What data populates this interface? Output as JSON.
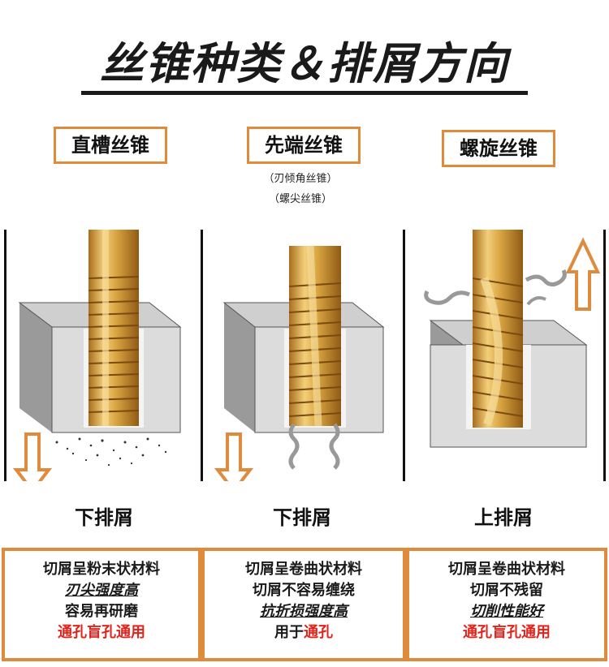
{
  "title": "丝锥种类＆排屑方向",
  "types": [
    {
      "name": "直槽丝锥",
      "subs": [],
      "direction": "下排屑",
      "lines": [
        {
          "text": "切屑呈粉末状材料",
          "style": "plain"
        },
        {
          "text": "刃尖强度高",
          "style": "italic"
        },
        {
          "text": "容易再研磨",
          "style": "plain"
        },
        {
          "text": "通孔盲孔通用",
          "style": "red"
        }
      ]
    },
    {
      "name": "先端丝锥",
      "subs": [
        "（刃倾角丝锥）",
        "（螺尖丝锥）"
      ],
      "direction": "下排屑",
      "lines": [
        {
          "text": "切屑呈卷曲状材料",
          "style": "plain"
        },
        {
          "text": "切屑不容易缠绕",
          "style": "plain"
        },
        {
          "text": "抗折损强度高",
          "style": "italic"
        },
        {
          "text_a": "用于",
          "text_b": "通孔",
          "style": "mixed"
        }
      ]
    },
    {
      "name": "螺旋丝锥",
      "subs": [],
      "direction": "上排屑",
      "lines": [
        {
          "text": "切屑呈卷曲状材料",
          "style": "plain"
        },
        {
          "text": "切屑不残留",
          "style": "plain"
        },
        {
          "text": "切削性能好",
          "style": "italic"
        },
        {
          "text": "通孔盲孔通用",
          "style": "red"
        }
      ]
    }
  ],
  "colors": {
    "accent": "#e08a3c",
    "red": "#e0241b",
    "gold": "#d9a441",
    "block": "#cfcfcf"
  }
}
